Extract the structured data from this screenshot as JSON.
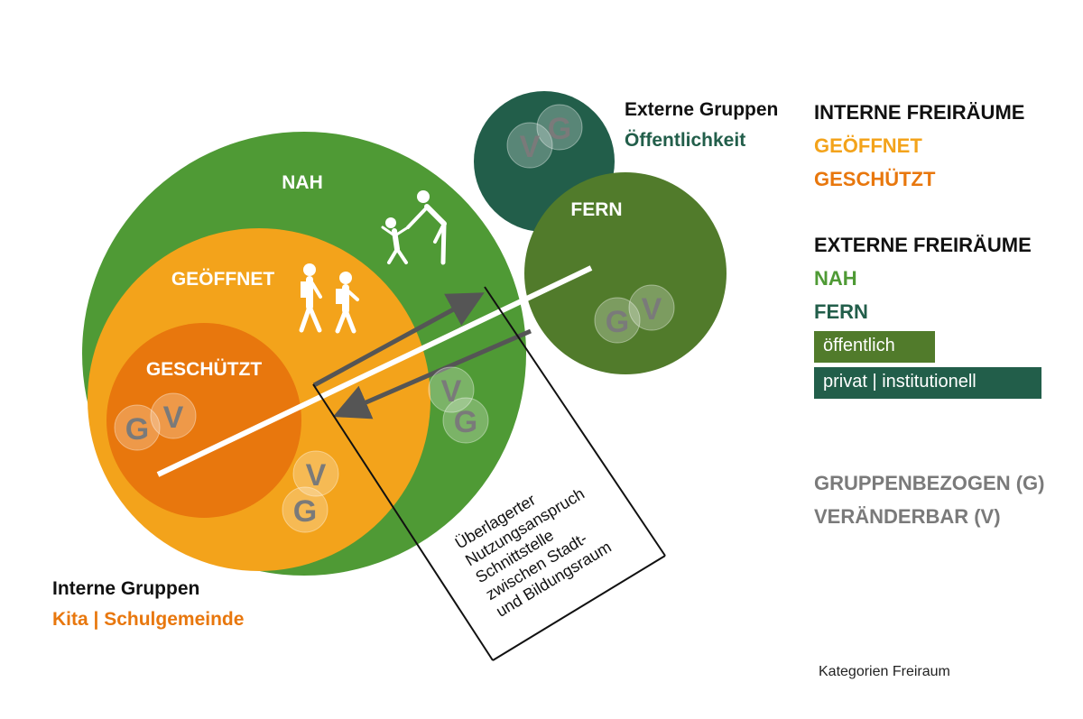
{
  "colors": {
    "nah": "#4f9a35",
    "fern": "#517b2b",
    "extern": "#225e4a",
    "geoeffnet": "#f3a31b",
    "geschuetzt": "#e8770d",
    "grey": "#7a7a7a",
    "black": "#111111"
  },
  "circles": {
    "nah_label": "NAH",
    "geoeffnet_label": "GEÖFFNET",
    "geschuetzt_label": "GESCHÜTZT",
    "fern_label": "FERN"
  },
  "gv": {
    "g": "G",
    "v": "V"
  },
  "callout": {
    "lines": [
      "Überlagerter",
      "Nutzungsanspruch",
      "Schnittstelle",
      "zwischen Stadt-",
      "und Bildungsraum"
    ]
  },
  "external_groups": {
    "title": "Externe Gruppen",
    "subtitle": "Öffentlichkeit"
  },
  "internal_groups": {
    "title": "Interne Gruppen",
    "subtitle": "Kita | Schulgemeinde"
  },
  "legend": {
    "interne_title": "INTERNE FREIRÄUME",
    "geoeffnet": "GEÖFFNET",
    "geschuetzt": "GESCHÜTZT",
    "externe_title": "EXTERNE FREIRÄUME",
    "nah": "NAH",
    "fern": "FERN",
    "oeffentlich": "öffentlich",
    "privat": "privat | institutionell",
    "gruppenbezogen": "GRUPPENBEZOGEN (G)",
    "veraenderbar": "VERÄNDERBAR (V)"
  },
  "caption": "Kategorien Freiraum"
}
